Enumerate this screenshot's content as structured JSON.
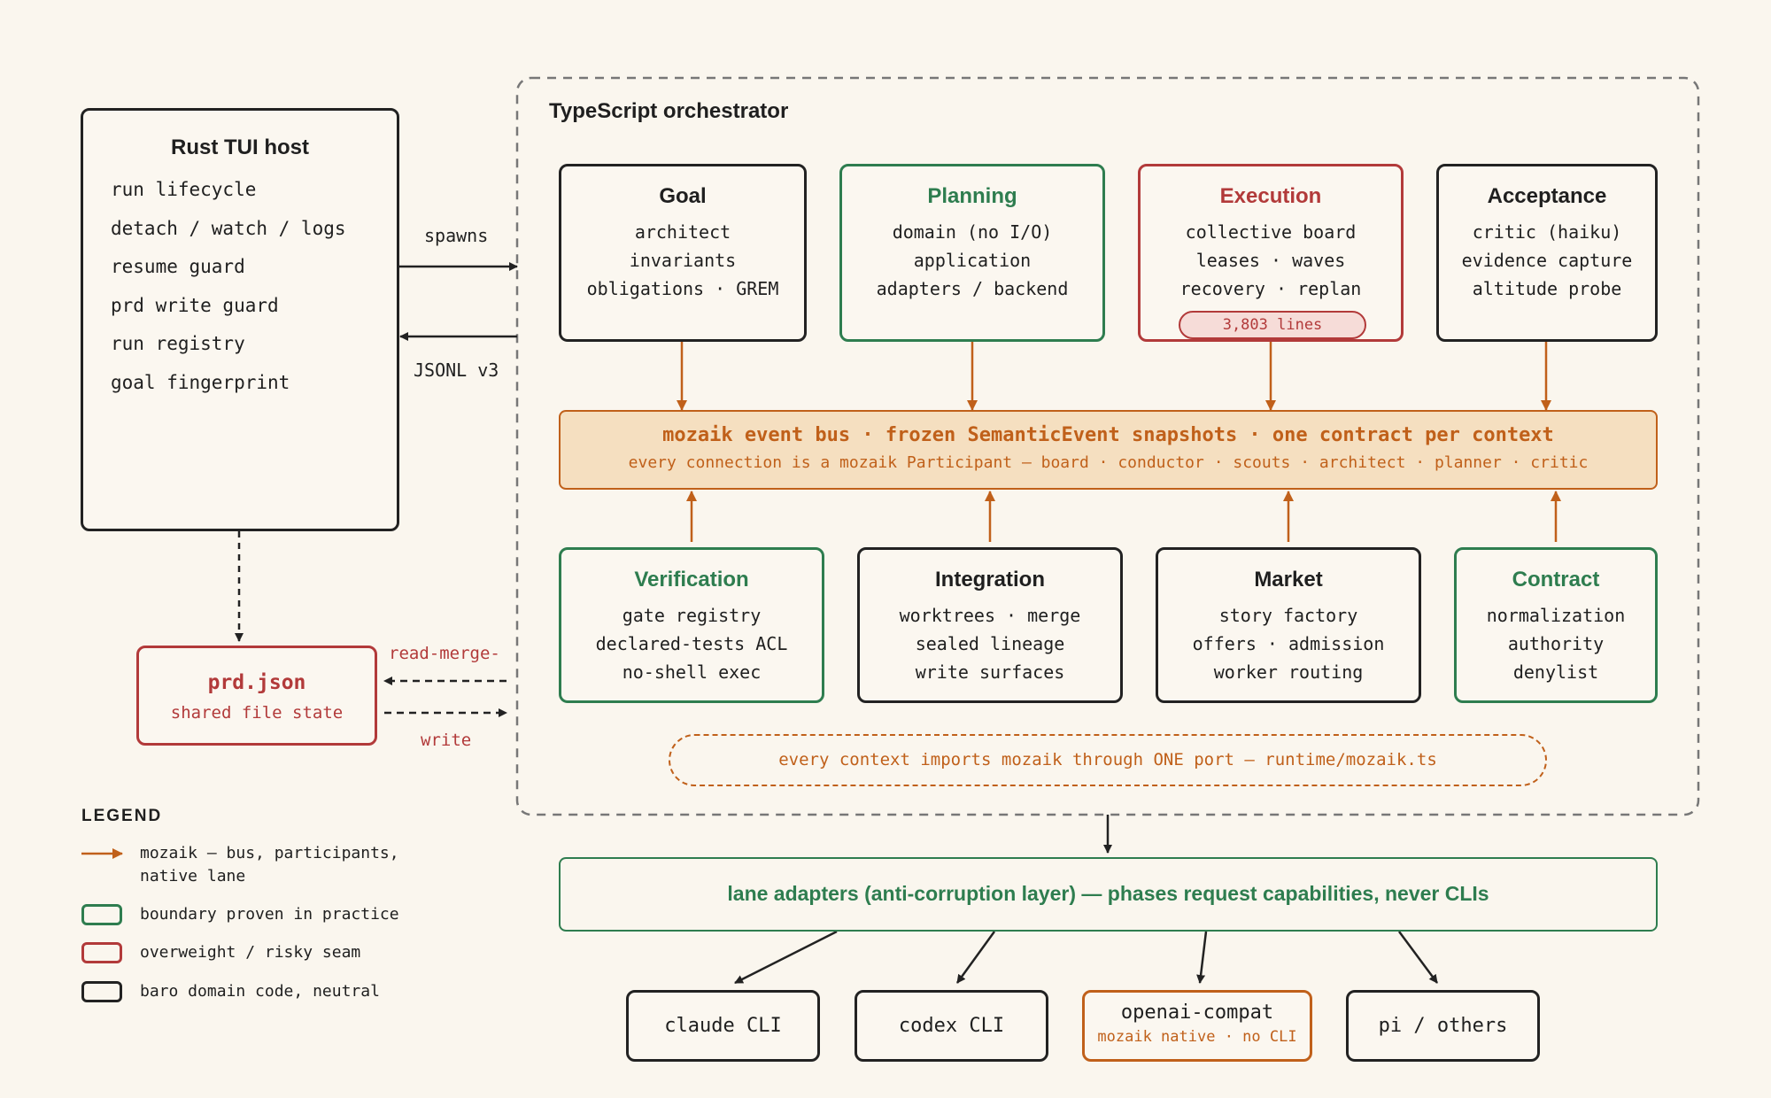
{
  "host": {
    "title": "Rust TUI host",
    "items": [
      "run lifecycle",
      "detach / watch / logs",
      "resume guard",
      "prd write guard",
      "run registry",
      "goal fingerprint"
    ]
  },
  "edges": {
    "spawns": "spawns",
    "jsonl": "JSONL v3",
    "read_merge": "read-merge-",
    "write": "write"
  },
  "prd": {
    "title": "prd.json",
    "subtitle": "shared file state"
  },
  "orchestrator": {
    "title": "TypeScript orchestrator"
  },
  "top_contexts": [
    {
      "title": "Goal",
      "lines": [
        "architect",
        "invariants",
        "obligations · GREM"
      ]
    },
    {
      "title": "Planning",
      "lines": [
        "domain (no I/O)",
        "application",
        "adapters / backend"
      ]
    },
    {
      "title": "Execution",
      "lines": [
        "collective board",
        "leases · waves",
        "recovery · replan"
      ],
      "badge": "3,803 lines"
    },
    {
      "title": "Acceptance",
      "lines": [
        "critic (haiku)",
        "evidence capture",
        "altitude probe"
      ]
    }
  ],
  "bus": {
    "title": "mozaik event bus · frozen SemanticEvent snapshots · one contract per context",
    "subtitle": "every connection is a mozaik Participant — board · conductor · scouts · architect · planner · critic"
  },
  "bottom_contexts": [
    {
      "title": "Verification",
      "lines": [
        "gate registry",
        "declared-tests ACL",
        "no-shell exec"
      ]
    },
    {
      "title": "Integration",
      "lines": [
        "worktrees · merge",
        "sealed lineage",
        "write surfaces"
      ]
    },
    {
      "title": "Market",
      "lines": [
        "story factory",
        "offers · admission",
        "worker routing"
      ]
    },
    {
      "title": "Contract",
      "lines": [
        "normalization",
        "authority",
        "denylist"
      ]
    }
  ],
  "port_note": "every context imports mozaik through ONE port — runtime/mozaik.ts",
  "lane": {
    "title": "lane adapters (anti-corruption layer) — phases request capabilities, never CLIs"
  },
  "clis": [
    {
      "label": "claude CLI"
    },
    {
      "label": "codex CLI"
    },
    {
      "label": "openai-compat",
      "sub": "mozaik native · no CLI"
    },
    {
      "label": "pi / others"
    }
  ],
  "legend": {
    "title": "LEGEND",
    "items": [
      {
        "line1": "mozaik — bus, participants,",
        "line2": "native lane"
      },
      {
        "line1": "boundary proven in practice"
      },
      {
        "line1": "overweight / risky seam"
      },
      {
        "line1": "baro domain code, neutral"
      }
    ]
  },
  "colors": {
    "ink": "#222222",
    "green": "#2e7d4f",
    "red": "#b23a3a",
    "orange": "#c0601a",
    "bus_fill": "#f5dfc0",
    "badge_fill": "#f6dcd8",
    "background": "#faf6ee"
  }
}
